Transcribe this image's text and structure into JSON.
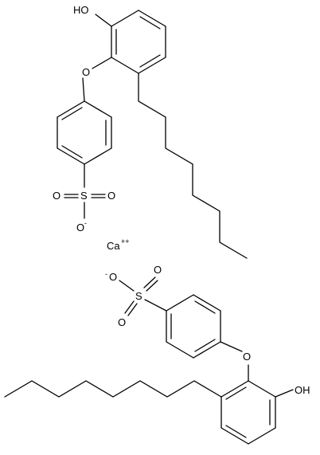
{
  "structure": {
    "top_molecule": {
      "hydroxyl_label": "HO",
      "ether_oxygen_label": "O",
      "sulfur_label": "S",
      "sulfonyl_oxygen_1_label": "O",
      "sulfonyl_oxygen_2_label": "O",
      "anion_oxygen_label": "O",
      "anion_charge": "-"
    },
    "counter_ion": {
      "label": "Ca",
      "charge": "++"
    },
    "bottom_molecule": {
      "hydroxyl_label": "OH",
      "ether_oxygen_label": "O",
      "sulfur_label": "S",
      "sulfonyl_oxygen_1_label": "O",
      "sulfonyl_oxygen_2_label": "O",
      "anion_oxygen_label": "O",
      "anion_charge": "-"
    }
  },
  "colors": {
    "bond": "#000000",
    "background": "#ffffff"
  }
}
